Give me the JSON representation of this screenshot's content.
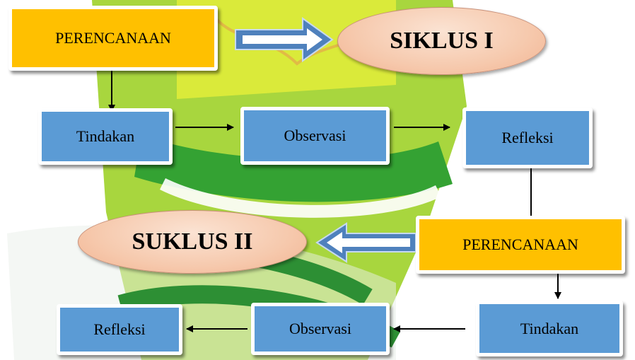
{
  "nodes": {
    "perencanaan_1": "PERENCANAAN",
    "siklus_1": "SIKLUS I",
    "tindakan_1": "Tindakan",
    "observasi_1": "Observasi",
    "refleksi_1": "Refleksi",
    "perencanaan_2": "PERENCANAAN",
    "siklus_2": "SUKLUS II",
    "tindakan_2": "Tindakan",
    "observasi_2": "Observasi",
    "refleksi_2": "Refleksi"
  },
  "colors": {
    "process_box": "#5b9bd5",
    "planning_box": "#ffc000",
    "cycle_oval": "#f6c9ad",
    "block_arrow": "#4f81bd",
    "background_logo": "#a4d34a"
  }
}
